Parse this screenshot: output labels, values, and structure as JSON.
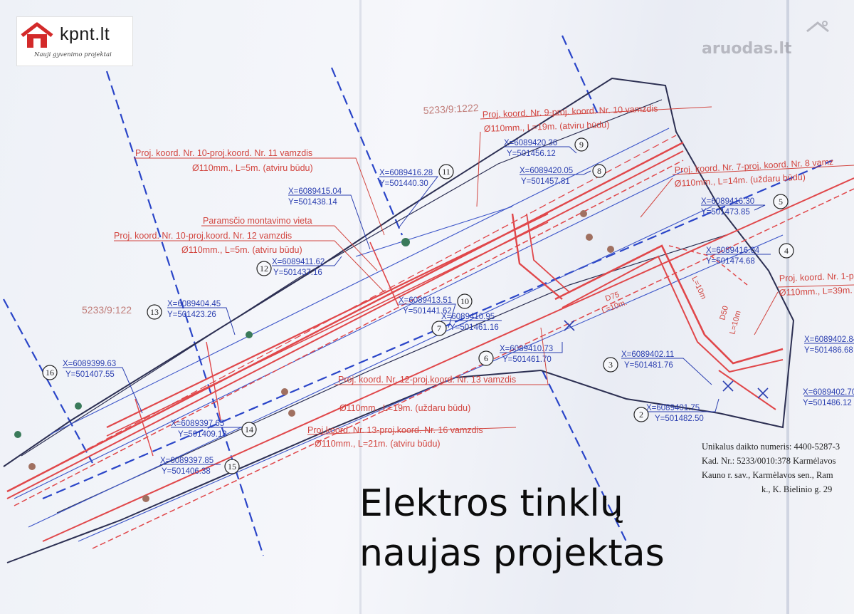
{
  "branding": {
    "logo_text": "kpnt.lt",
    "logo_tagline": "Nauji gyvenimo projektai",
    "watermark": "aruodas.lt"
  },
  "plan": {
    "parcel_ids": [
      "5233/9:1222",
      "5233/9:122"
    ],
    "pipe_notes": [
      {
        "title": "Proj. koord. Nr. 9-proj. koord. Nr. 10 vamzdis",
        "spec": "Ø110mm., L=19m. (atviru būdu)"
      },
      {
        "title": "Proj. koord. Nr. 10-proj.koord. Nr. 11 vamzdis",
        "spec": "Ø110mm., L=5m. (atviru būdu)"
      },
      {
        "title": "Proj. koord. Nr. 7-proj. koord. Nr. 8 vamz",
        "spec": "Ø110mm., L=14m. (uždaru būdu)"
      },
      {
        "title": "Paramsčio montavimo vieta",
        "spec": ""
      },
      {
        "title": "Proj. koord. Nr. 10-proj.koord. Nr. 12 vamzdis",
        "spec": "Ø110mm., L=5m. (atviru būdu)"
      },
      {
        "title": "Proj. koord. Nr. 1-p",
        "spec": "Ø110mm., L=39m."
      },
      {
        "title": "Proj. koord. Nr. 12-proj.koord. Nr. 13 vamzdis",
        "spec": "Ø110mm., L=19m. (uždaru būdu)"
      },
      {
        "title": "Proj.koord. Nr. 13-proj.koord. Nr. 16 vamzdis",
        "spec": "Ø110mm., L=21m. (atviru būdu)"
      }
    ],
    "points": [
      {
        "n": "9",
        "x": "X=6089420.36",
        "y": "Y=501456.12"
      },
      {
        "n": "8",
        "x": "X=6089420.05",
        "y": "Y=501457.81"
      },
      {
        "n": "11",
        "x": "X=6089416.28",
        "y": "Y=501440.30"
      },
      {
        "n": "",
        "x": "X=6089415.04",
        "y": "Y=501438.14"
      },
      {
        "n": "5",
        "x": "X=6089416.30",
        "y": "Y=501473.85"
      },
      {
        "n": "4",
        "x": "X=6089416.04",
        "y": "Y=501474.68"
      },
      {
        "n": "12",
        "x": "X=6089411.62",
        "y": "Y=501437.16"
      },
      {
        "n": "10",
        "x": "X=6089413.51",
        "y": "Y=501441.62"
      },
      {
        "n": "13",
        "x": "X=6089404.45",
        "y": "Y=501423.26"
      },
      {
        "n": "7",
        "x": "X=6089410.95",
        "y": "Y=501461.16"
      },
      {
        "n": "6",
        "x": "X=6089410.73",
        "y": "Y=501461.70"
      },
      {
        "n": "3",
        "x": "X=6089402.11",
        "y": "Y=501481.76"
      },
      {
        "n": "",
        "x": "X=6089402.84",
        "y": "Y=501486.68"
      },
      {
        "n": "16",
        "x": "X=6089399.63",
        "y": "Y=501407.55"
      },
      {
        "n": "14",
        "x": "X=6089397.65",
        "y": "Y=501409.13"
      },
      {
        "n": "",
        "x": "X=6089402.70",
        "y": "Y=501486.12"
      },
      {
        "n": "2",
        "x": "X=6089401.75",
        "y": "Y=501482.50"
      },
      {
        "n": "15",
        "x": "X=6089397.85",
        "y": "Y=501406.38"
      }
    ],
    "dim_labels": [
      "D75",
      "L=10m.",
      "D50",
      "L=10m",
      "L=10m"
    ]
  },
  "cadastre": {
    "unique_no": "Unikalus daikto numeris: 4400-5287-3",
    "kad_no": "Kad. Nr.: 5233/0010:378 Karmėlavos",
    "address_1": "Kauno r. sav., Karmėlavos sen., Ram",
    "address_2": "k., K. Bielinio g. 29"
  },
  "headline": {
    "line1": "Elektros tinklų",
    "line2": "naujas projektas"
  },
  "colors": {
    "cable_red": "#e0474a",
    "coord_blue": "#2b3fb0",
    "boundary": "#2c2f52",
    "axis_blue": "#2a45c8"
  }
}
